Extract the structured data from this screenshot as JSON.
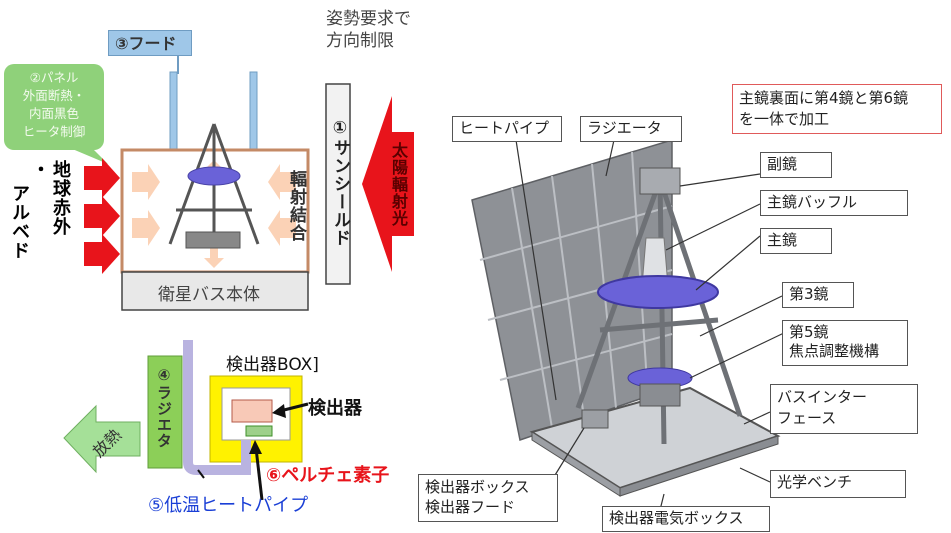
{
  "left": {
    "attitude_note": [
      "姿勢要求で",
      "方向制限"
    ],
    "hood_label": "③フード",
    "panel_callout": [
      "②パネル",
      "外面断熱・",
      "内面黒色",
      "ヒータ制御"
    ],
    "earth_ir_albedo": [
      "地球赤外",
      "・",
      "アルベド"
    ],
    "radiative_coupling": "輻射結合",
    "sunshield": "①サンシールド",
    "solar_radiation": "太陽輻射光",
    "satellite_bus": "衛星バス本体",
    "detector_box": "検出器BOX]",
    "detector": "検出器",
    "radiator_vertical": "④ラジエタ",
    "heat_rejection": "放熱",
    "peltier": "⑥ペルチェ素子",
    "heat_pipe": "⑤低温ヒートパイプ"
  },
  "right": {
    "note": [
      "主鏡裏面に第4鏡と第6鏡",
      "を一体で加工"
    ],
    "labels": {
      "heat_pipe": "ヒートパイプ",
      "radiator": "ラジエータ",
      "secondary_mirror": "副鏡",
      "primary_baffle": "主鏡バッフル",
      "primary_mirror": "主鏡",
      "third_mirror": "第3鏡",
      "fifth_mirror": [
        "第5鏡",
        "焦点調整機構"
      ],
      "bus_interface": [
        "バスインター",
        "フェース"
      ],
      "optical_bench": "光学ベンチ",
      "detector_box_hood": [
        "検出器ボックス",
        "検出器フード"
      ],
      "detector_electronics_box": "検出器電気ボックス"
    }
  },
  "colors": {
    "sun_arrow": "#e8141b",
    "earth_arrow": "#e8141b",
    "hood": "#9fc7e8",
    "panel_callout_bg": "#8fd17a",
    "radiator_bg": "#8ccf58",
    "detector_box_yellow": "#fff200",
    "heat_pipe": "#b9b3e0",
    "peltier_text": "#e8141b",
    "heat_pipe_text": "#1a3fd6",
    "radiator_panel": "#8e9196",
    "mirror_blue": "#6a62d8",
    "note_border": "#e05a5a"
  }
}
